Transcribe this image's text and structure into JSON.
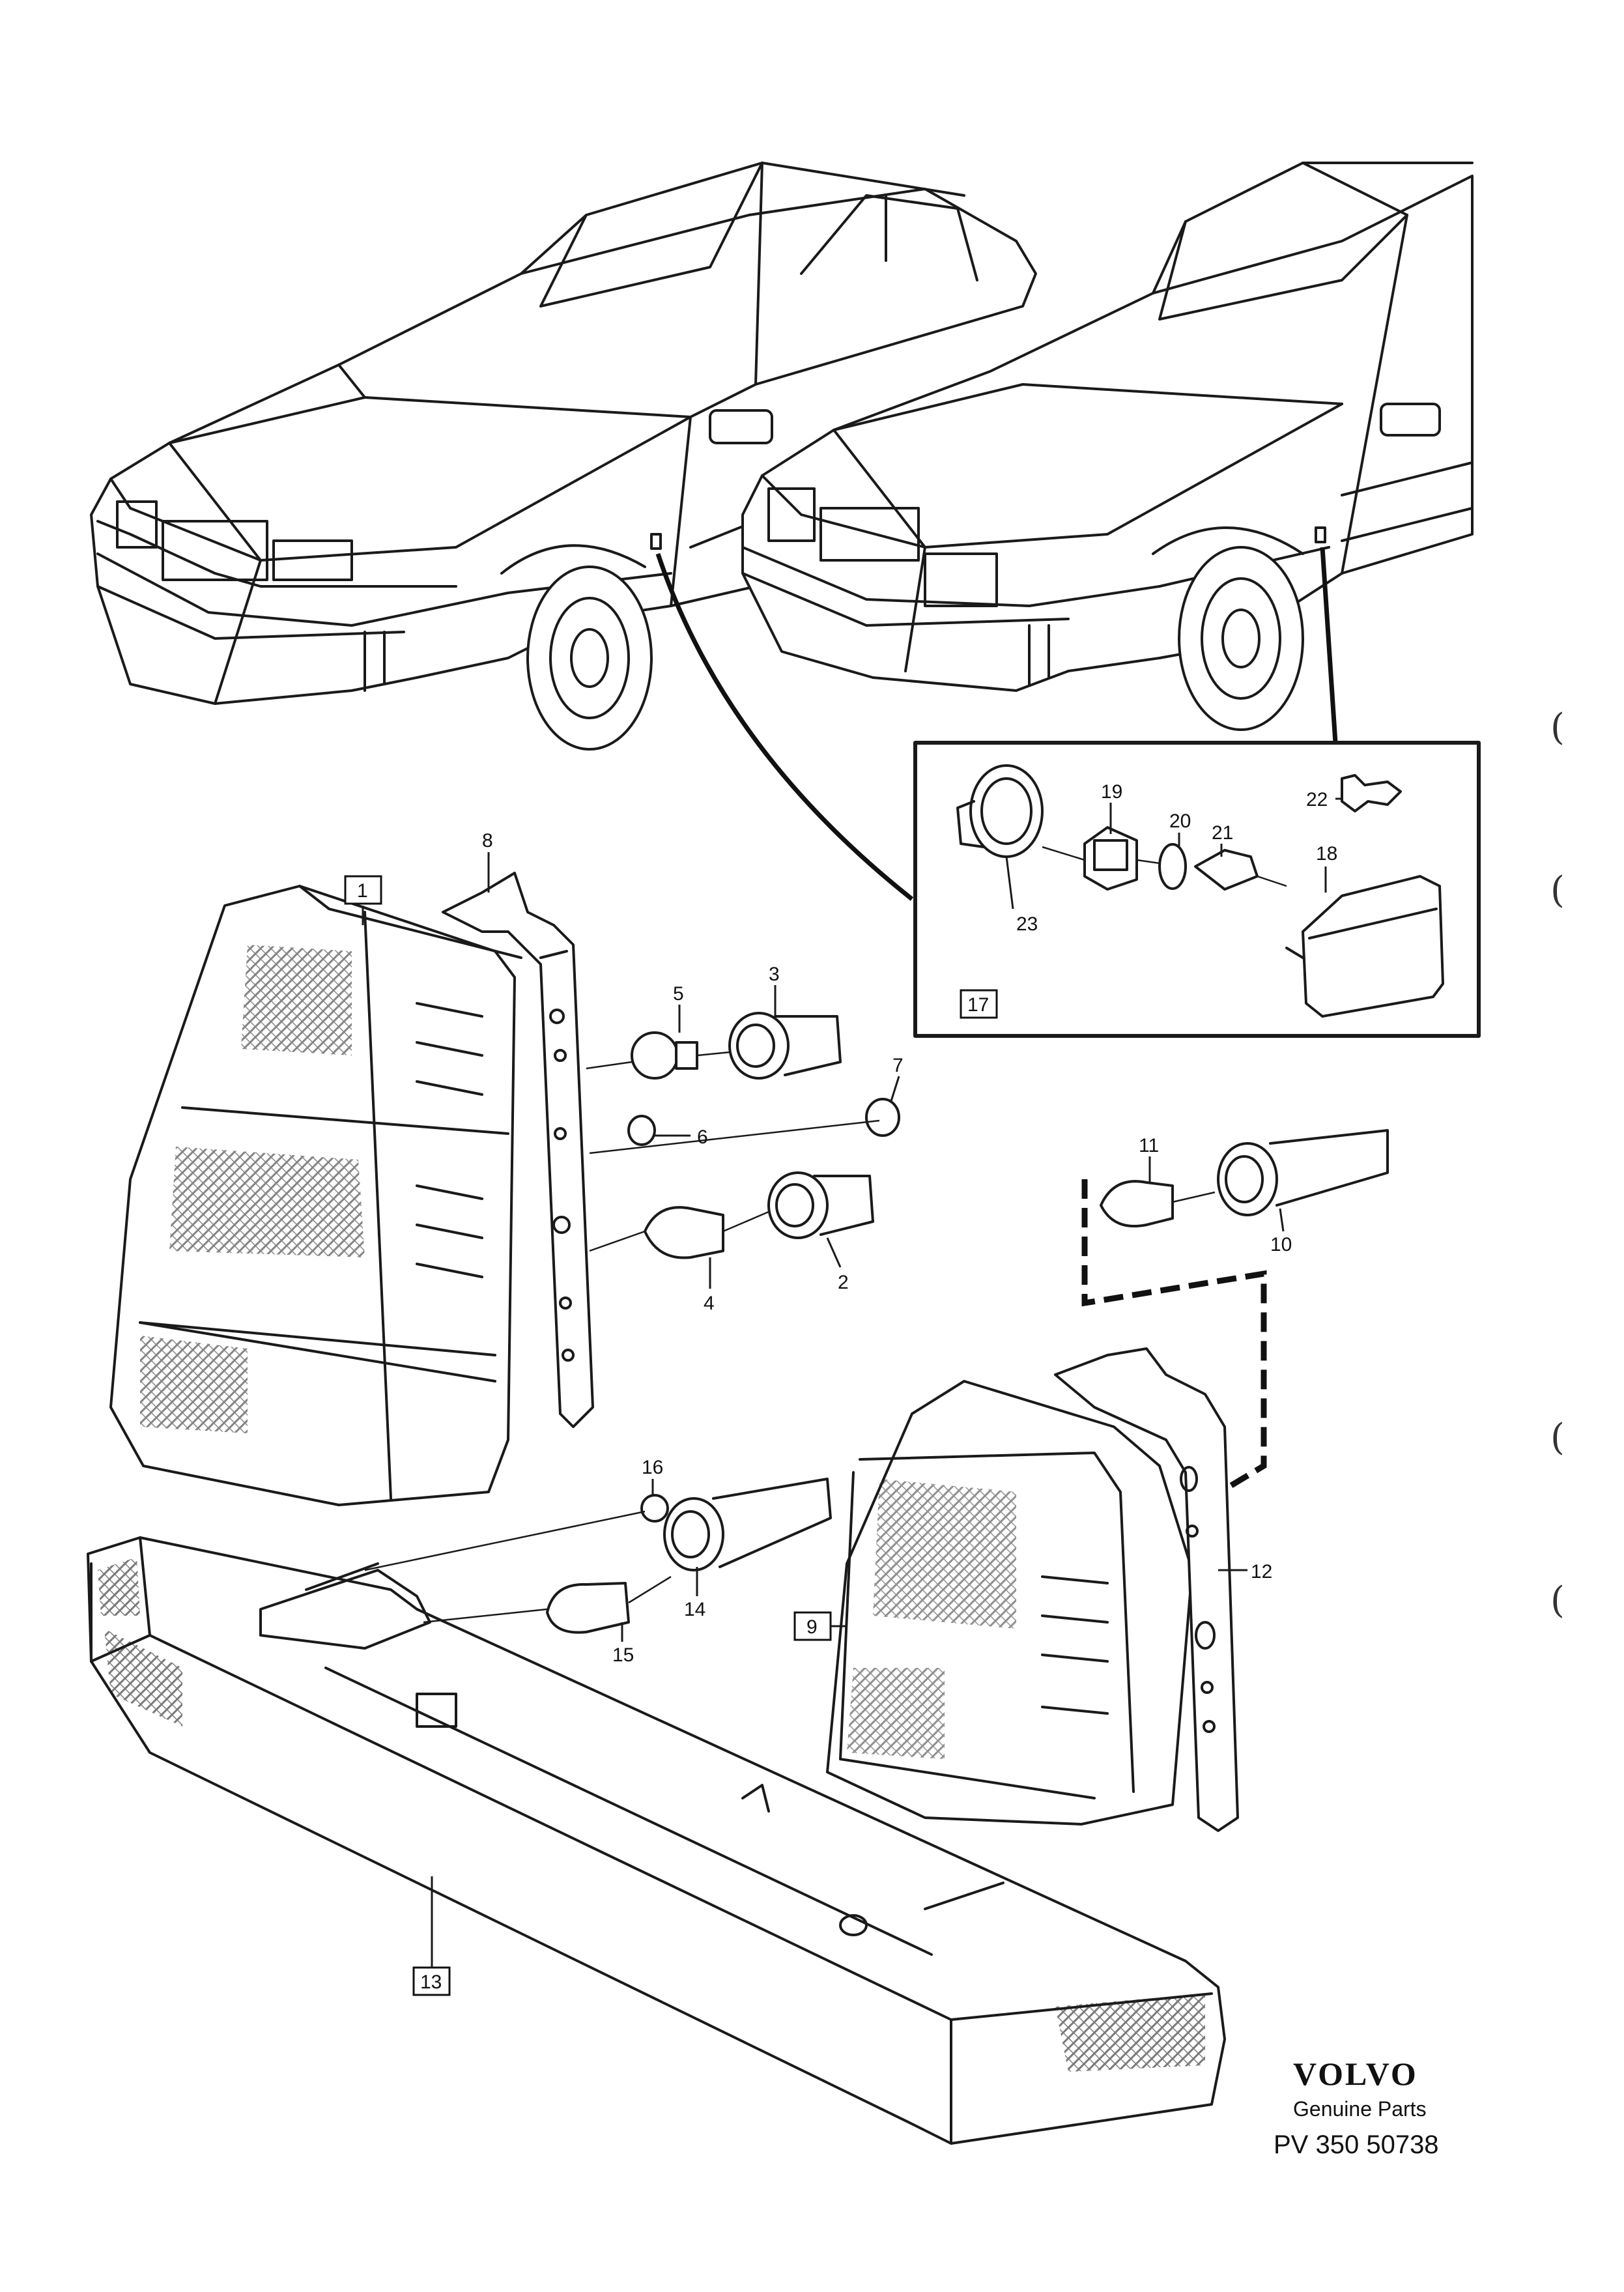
{
  "callouts": {
    "c1": "1",
    "c2": "2",
    "c3": "3",
    "c4": "4",
    "c5": "5",
    "c6": "6",
    "c7": "7",
    "c8": "8",
    "c9": "9",
    "c10": "10",
    "c11": "11",
    "c12": "12",
    "c13": "13",
    "c14": "14",
    "c15": "15",
    "c16": "16",
    "c17": "17",
    "c18": "18",
    "c19": "19",
    "c20": "20",
    "c21": "21",
    "c22": "22",
    "c23": "23"
  },
  "branding": {
    "brand": "VOLVO",
    "subtitle": "Genuine Parts",
    "code": "PV 350 50738"
  },
  "margin_marks": [
    "(",
    "(",
    "(",
    "("
  ]
}
